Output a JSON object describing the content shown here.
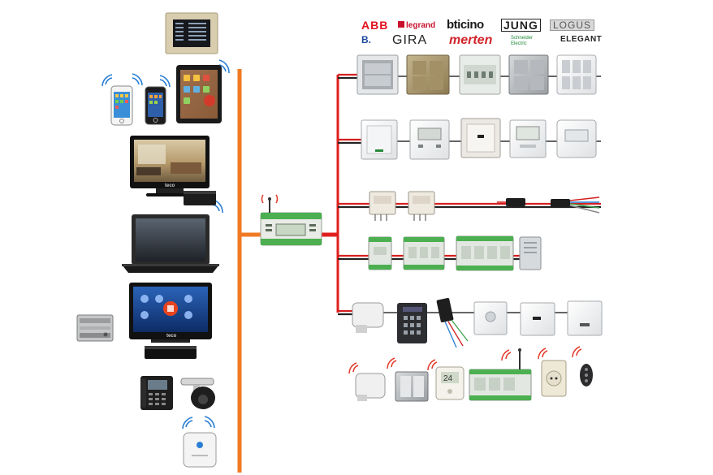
{
  "brands": {
    "abb": "ABB",
    "legrand": "legrand",
    "bticino": "bticino",
    "jung": "JUNG",
    "logus": "LOGUS",
    "b": "B.",
    "gira": "GIRA",
    "merten": "merten",
    "schneider": "Schneider Electric",
    "elegant": "ELEGANT"
  },
  "devices": {
    "tv_brand": "teco",
    "tablet_brand": "teco",
    "thermostat_display": "24"
  },
  "colors": {
    "orange_bus": "#f07a22",
    "red_bus": "#e0201e",
    "black_bus": "#222222",
    "wifi": "#2a7fd4",
    "rf_signal": "#e23a2a"
  }
}
